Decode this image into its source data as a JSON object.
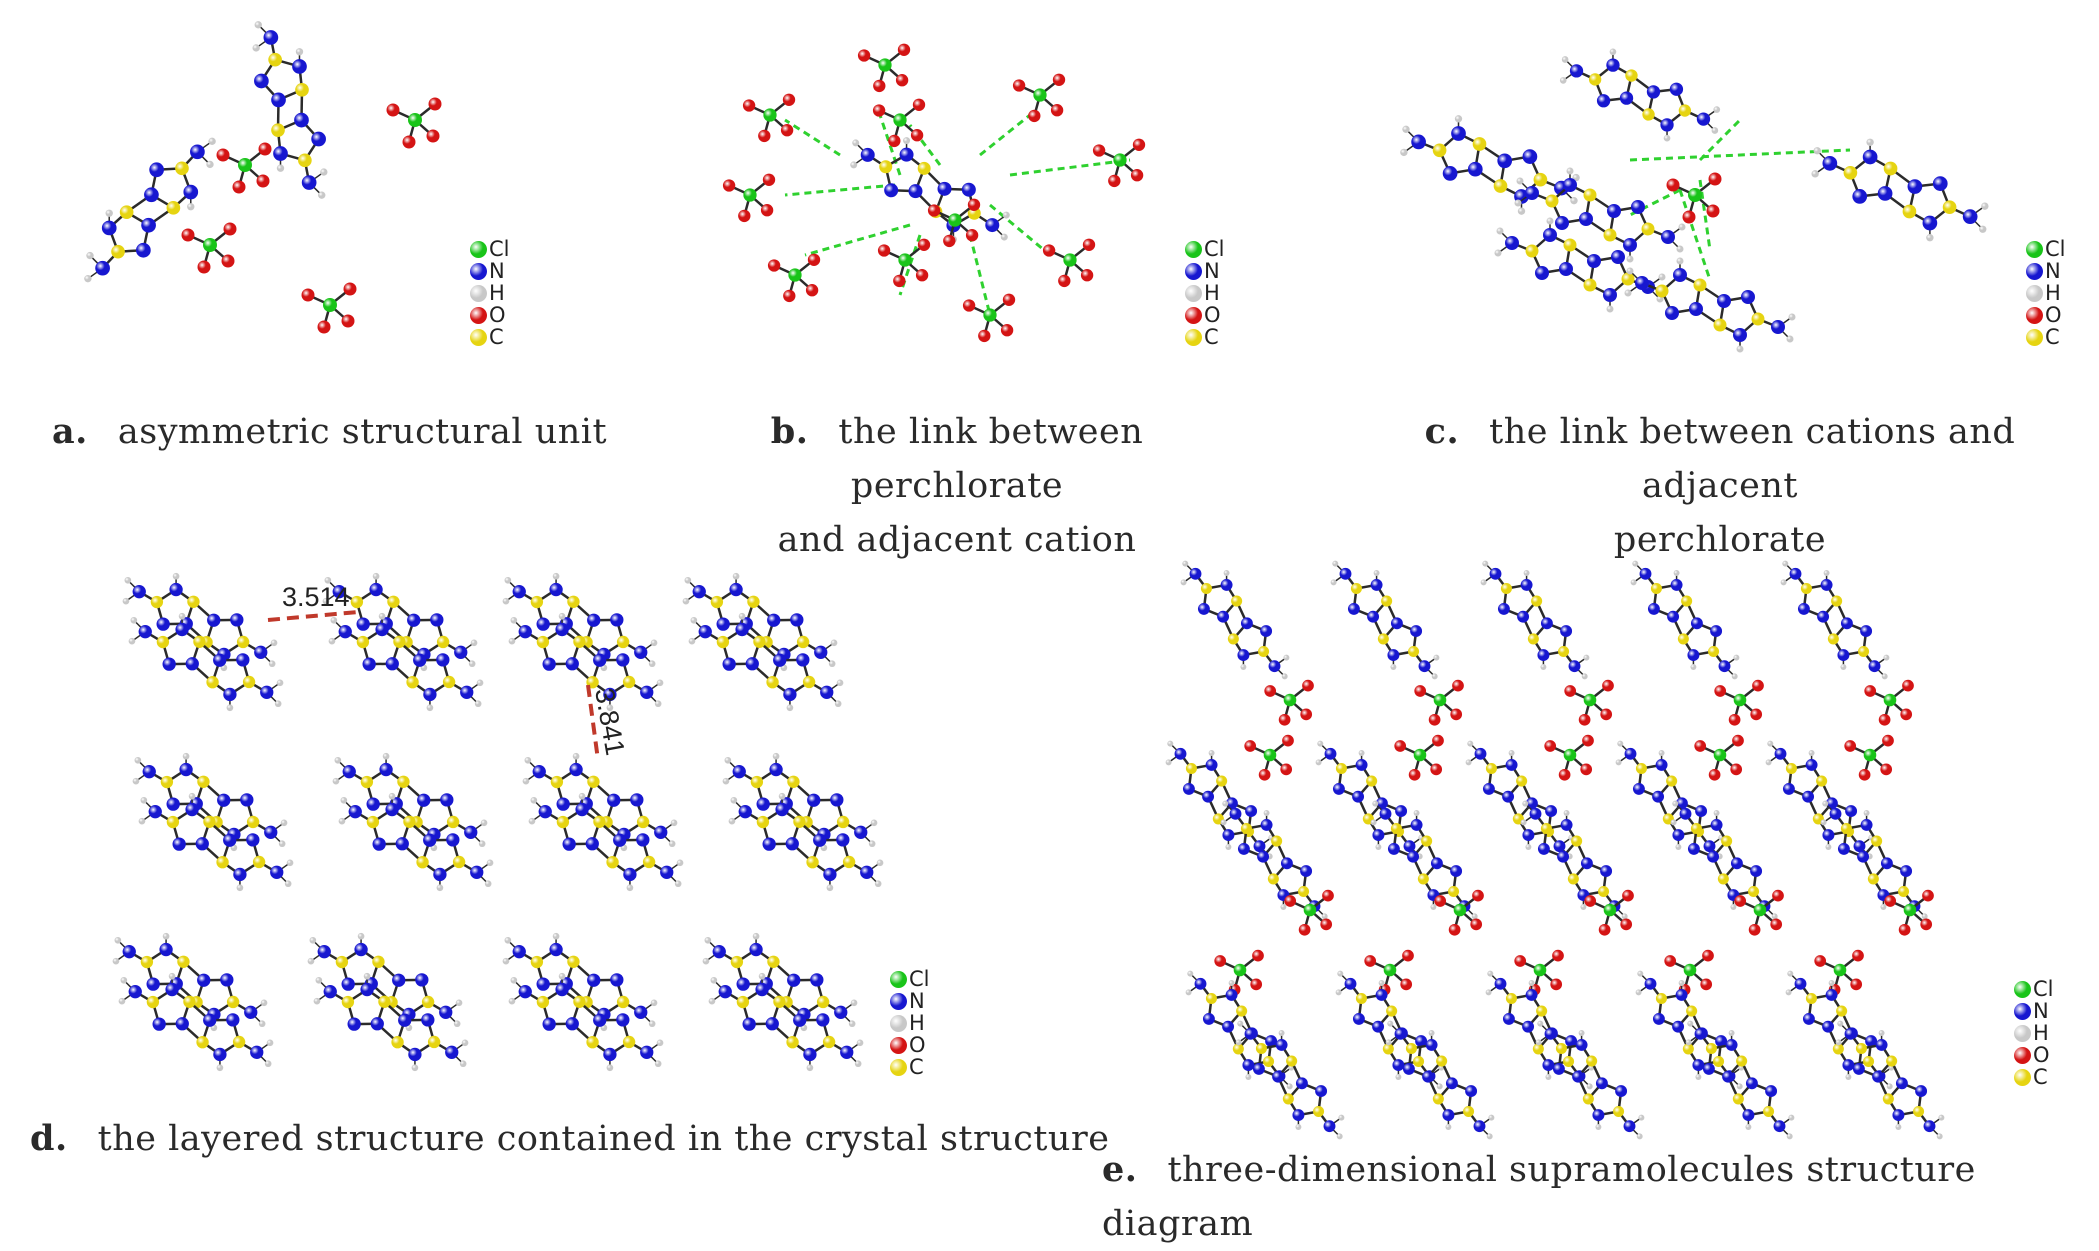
{
  "legend": [
    {
      "symbol": "Cl",
      "color": "#19c419"
    },
    {
      "symbol": "N",
      "color": "#1717d0"
    },
    {
      "symbol": "H",
      "color": "#c8c8c8"
    },
    {
      "symbol": "O",
      "color": "#d41414"
    },
    {
      "symbol": "C",
      "color": "#e6d411"
    }
  ],
  "panels": {
    "a": {
      "letter": "a.",
      "caption": "asymmetric structural unit"
    },
    "b": {
      "letter": "b.",
      "caption_line1": "the link between perchlorate",
      "caption_line2": "and adjacent cation"
    },
    "c": {
      "letter": "c.",
      "caption_line1": "the link between cations and adjacent",
      "caption_line2": "perchlorate"
    },
    "d": {
      "letter": "d.",
      "caption": "the layered structure contained in the crystal structure",
      "distance_1": "3.514",
      "distance_2": "3.841"
    },
    "e": {
      "letter": "e.",
      "caption": "three-dimensional supramolecules structure diagram"
    }
  },
  "colors": {
    "bond": "#2b2b2b",
    "hbond": "#2fd12f",
    "contact": "#c0392b"
  }
}
